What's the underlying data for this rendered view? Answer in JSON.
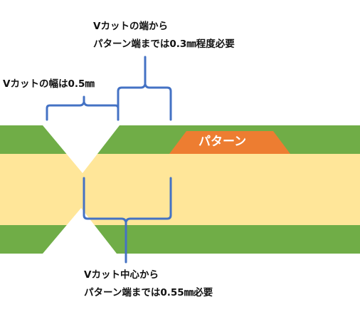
{
  "labels": {
    "edge_to_pattern_line1": "Vカットの端から",
    "edge_to_pattern_line2": "パターン端までは0.3㎜程度必要",
    "vcut_width": "Vカットの幅は0.5㎜",
    "center_to_pattern_line1": "Vカット中心から",
    "center_to_pattern_line2": "パターン端までは0.55㎜必要",
    "pattern": "パターン"
  },
  "colors": {
    "copper_layer": "#70AD47",
    "core_layer": "#FFE699",
    "pattern": "#ED7D31",
    "pattern_text": "#ffffff",
    "bracket": "#4472C4",
    "background": "#ffffff",
    "text": "#111111"
  }
}
